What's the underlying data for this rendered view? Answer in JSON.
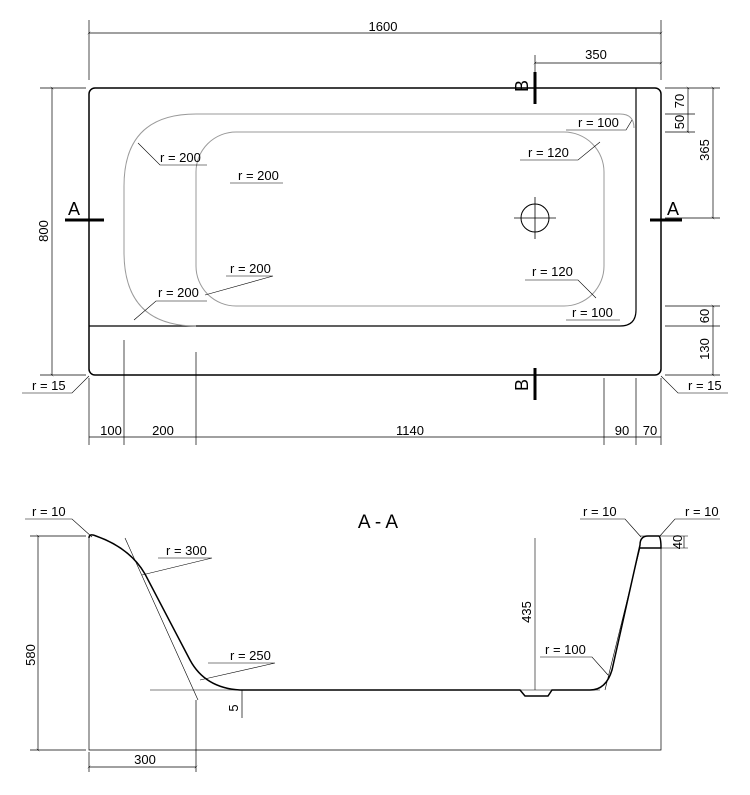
{
  "plan": {
    "overall_length": "1600",
    "overall_width": "800",
    "drain_offset": "350",
    "rim_top": "50",
    "rim_top_inner": "70",
    "drain_from_top": "365",
    "apron_inner": "60",
    "apron_outer": "130",
    "bottom_segments": [
      "100",
      "200",
      "1140",
      "90",
      "70"
    ],
    "radii": {
      "r_outer_left": "r = 15",
      "r_outer_right": "r = 15",
      "r_inner_tl": "r = 200",
      "r_basin_tl": "r = 200",
      "r_basin_bl": "r = 200",
      "r_inner_bl": "r = 200",
      "r_inner_tr": "r = 100",
      "r_basin_tr": "r = 120",
      "r_basin_br": "r = 120",
      "r_inner_br": "r = 100"
    },
    "section_marks": {
      "a": "A",
      "b": "B"
    }
  },
  "section": {
    "title": "A - A",
    "height": "580",
    "depth": "435",
    "rim_thickness": "40",
    "bottom_thickness": "5",
    "foot_length": "300",
    "radii": {
      "r_left_lip": "r = 10",
      "r_left_wall": "r = 300",
      "r_left_floor": "r = 250",
      "r_right_lip_inner": "r = 10",
      "r_right_lip_outer": "r = 10",
      "r_right_floor": "r = 100"
    }
  }
}
